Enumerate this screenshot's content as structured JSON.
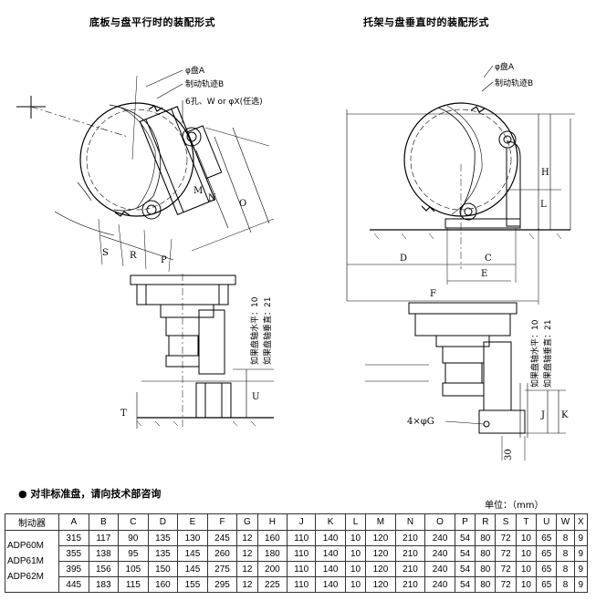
{
  "titles": {
    "left": "底板与盘平行时的装配形式",
    "right": "托架与盘垂直时的装配形式"
  },
  "left_diagram": {
    "callouts": [
      "φ盘A",
      "制动轨迹B",
      "6孔、W or φX(任选)"
    ],
    "dims": [
      "S",
      "R",
      "P",
      "M",
      "N",
      "O",
      "T",
      "U"
    ],
    "notes": [
      "如果盘轴水平：10",
      "如果盘轴垂直：21"
    ]
  },
  "right_diagram": {
    "callouts": [
      "φ盘A",
      "制动轨迹B"
    ],
    "dims": [
      "H",
      "L",
      "D",
      "C",
      "E",
      "F",
      "J",
      "K",
      "30"
    ],
    "hole": "4×φG",
    "notes": [
      "如果盘轴水平：10",
      "如果盘轴垂直：21"
    ]
  },
  "note": "● 对非标准盘，请向技术部咨询",
  "unit": "单位：（mm）",
  "table": {
    "headers": [
      "制动器",
      "A",
      "B",
      "C",
      "D",
      "E",
      "F",
      "G",
      "H",
      "J",
      "K",
      "L",
      "M",
      "N",
      "O",
      "P",
      "R",
      "S",
      "T",
      "U",
      "W",
      "X"
    ],
    "models": [
      "ADP60M",
      "ADP61M",
      "ADP62M"
    ],
    "rows": [
      [
        "315",
        "117",
        "90",
        "135",
        "130",
        "245",
        "12",
        "160",
        "110",
        "140",
        "10",
        "120",
        "210",
        "240",
        "54",
        "80",
        "72",
        "10",
        "65",
        "8",
        "9"
      ],
      [
        "355",
        "138",
        "95",
        "135",
        "145",
        "260",
        "12",
        "180",
        "110",
        "140",
        "10",
        "120",
        "210",
        "240",
        "54",
        "80",
        "72",
        "10",
        "65",
        "8",
        "9"
      ],
      [
        "395",
        "156",
        "105",
        "150",
        "145",
        "275",
        "12",
        "200",
        "110",
        "140",
        "10",
        "120",
        "210",
        "240",
        "54",
        "80",
        "72",
        "10",
        "65",
        "8",
        "9"
      ],
      [
        "445",
        "183",
        "115",
        "160",
        "155",
        "295",
        "12",
        "225",
        "110",
        "140",
        "10",
        "120",
        "210",
        "240",
        "54",
        "80",
        "72",
        "10",
        "65",
        "8",
        "9"
      ]
    ]
  }
}
